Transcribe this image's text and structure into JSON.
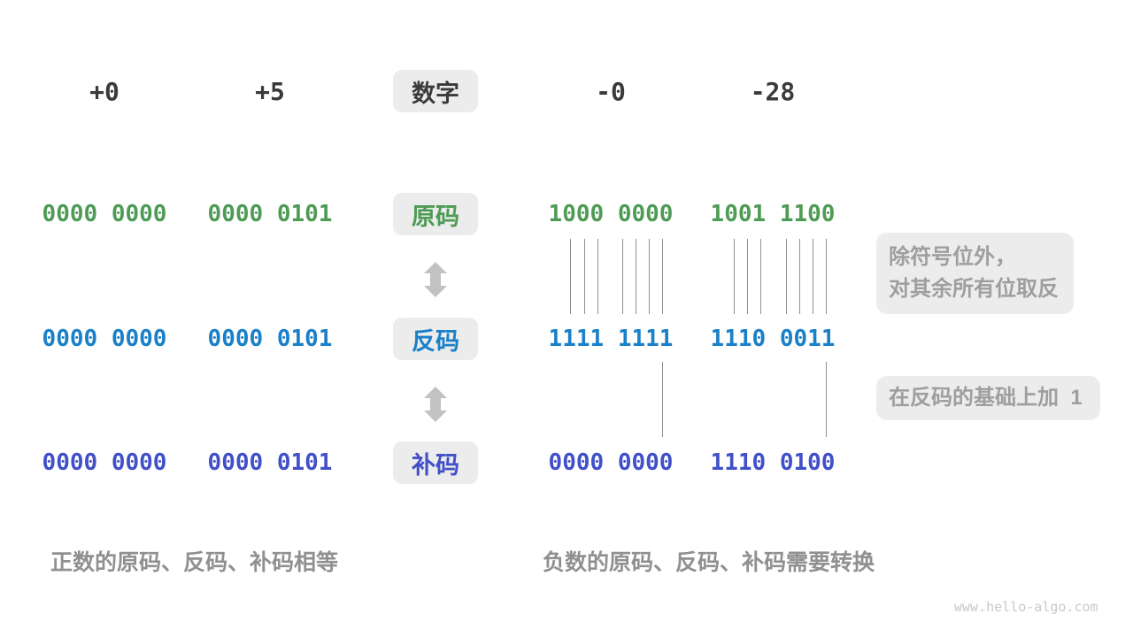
{
  "diagram": {
    "header": {
      "box_label": "数字",
      "columns": [
        "+0",
        "+5",
        "-0",
        "-28"
      ]
    },
    "rows": [
      {
        "label": "原码",
        "values": [
          "0000 0000",
          "0000 0101",
          "1000 0000",
          "1001 1100"
        ]
      },
      {
        "label": "反码",
        "values": [
          "0000 0000",
          "0000 0101",
          "1111 1111",
          "1110 0011"
        ]
      },
      {
        "label": "补码",
        "values": [
          "0000 0000",
          "0000 0101",
          "0000 0000",
          "1110 0100"
        ]
      }
    ],
    "notes": [
      {
        "lines": [
          "除符号位外，",
          "对其余所有位取反"
        ]
      },
      {
        "lines": [
          "在反码的基础上加  1"
        ]
      }
    ],
    "captions": {
      "positive": "正数的原码、反码、补码相等",
      "negative": "负数的原码、反码、补码需要转换"
    },
    "watermark": "www.hello-algo.com",
    "colors": {
      "sign_magnitude_green": "#4e9b55",
      "ones_complement_blue": "#1a80c8",
      "twos_complement_indigo": "#4150c8",
      "number_text": "#3a3a3a",
      "note_gray": "#9e9e9e",
      "caption_gray": "#909090",
      "box_background": "#ececec"
    }
  }
}
